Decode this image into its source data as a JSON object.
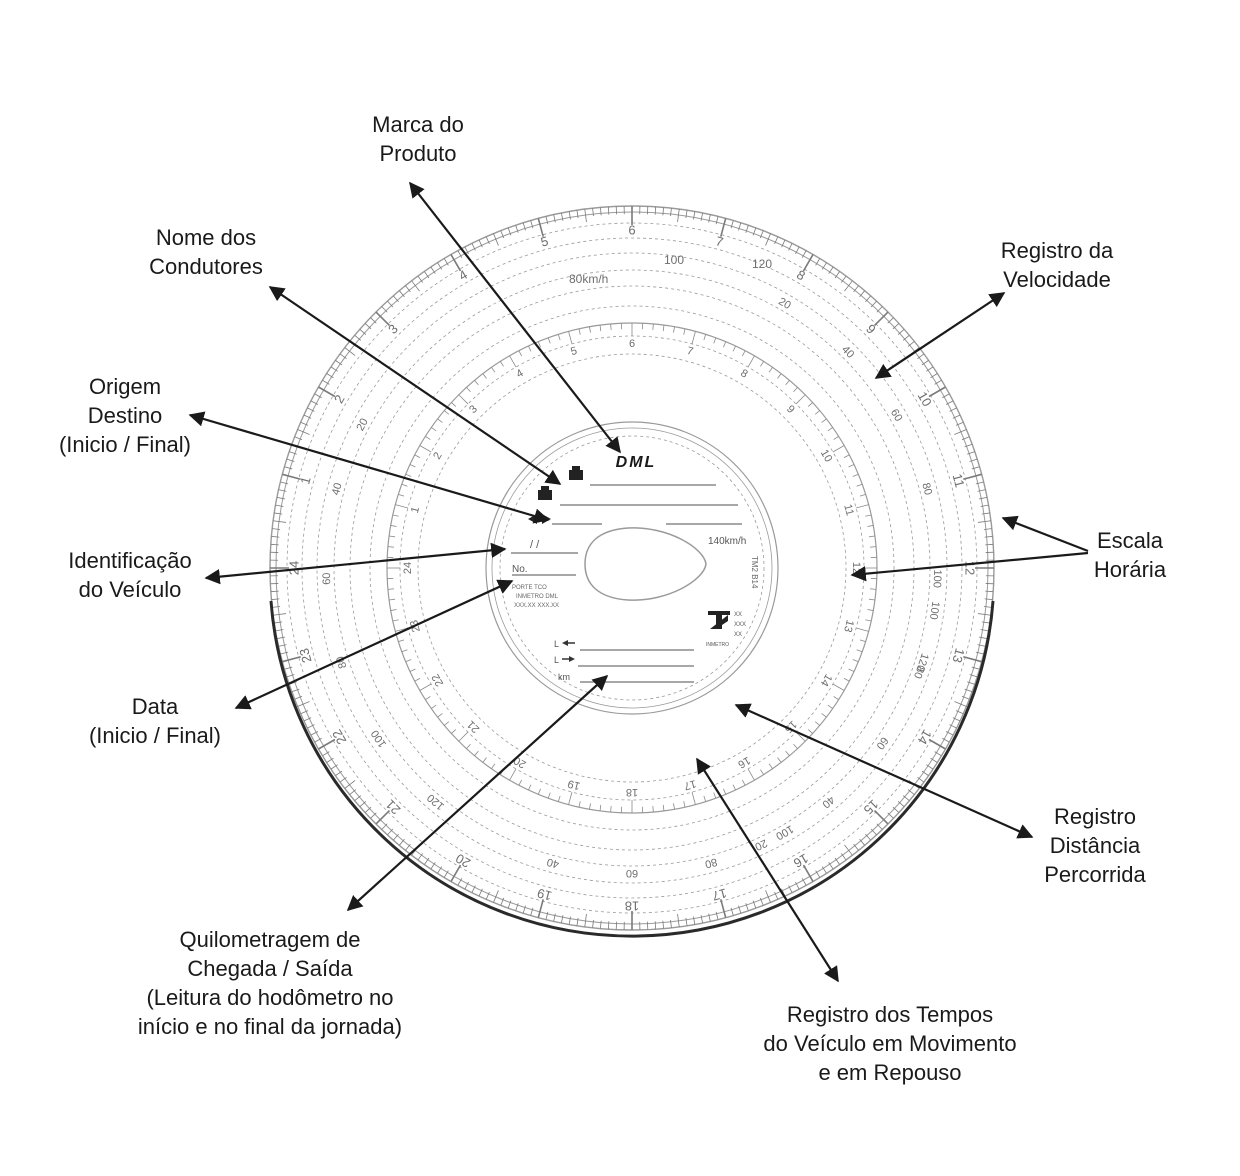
{
  "colors": {
    "ink": "#1a1a1a",
    "disc_line": "#9a9a9a",
    "disc_text": "#6e6e6e",
    "background": "#ffffff"
  },
  "callouts": {
    "marca_do_produto": [
      "Marca do",
      "Produto"
    ],
    "nome_dos_condutores": [
      "Nome dos",
      "Condutores"
    ],
    "origem_destino": [
      "Origem",
      "Destino",
      "(Inicio / Final)"
    ],
    "identificacao_do_veiculo": [
      "Identificação",
      "do Veículo"
    ],
    "data": [
      "Data",
      "(Inicio / Final)"
    ],
    "quilometragem": [
      "Quilometragem de",
      "Chegada / Saída",
      "(Leitura do hodômetro no",
      "início e no final da jornada)"
    ],
    "registro_da_velocidade": [
      "Registro da",
      "Velocidade"
    ],
    "escala_horaria": [
      "Escala",
      "Horária"
    ],
    "registro_distancia": [
      "Registro",
      "Distância",
      "Percorrida"
    ],
    "registro_tempos": [
      "Registro dos Tempos",
      "do Veículo em Movimento",
      "e em Repouso"
    ]
  },
  "disc": {
    "brand": "DML",
    "speed_max_label": "140km/h",
    "speed_labels": [
      "80km/h",
      "100",
      "120"
    ],
    "speed_scale_numbers": [
      "20",
      "40",
      "60",
      "80",
      "100",
      "120"
    ],
    "hour_numbers": [
      "1",
      "2",
      "3",
      "4",
      "5",
      "6",
      "7",
      "8",
      "9",
      "10",
      "11",
      "12",
      "13",
      "14",
      "15",
      "16",
      "17",
      "18",
      "19",
      "20",
      "21",
      "22",
      "23",
      "24"
    ],
    "date_slashes": "/ /",
    "field_no": "No.",
    "fine_print": [
      "PORTE TCO",
      "INMETRO DML",
      "XXX.XX   XXX.XX"
    ],
    "vertical_code": "TM2 B14",
    "inmetro_codes": [
      "XX",
      "XXX",
      "XX"
    ],
    "inmetro_label": "INMETRO",
    "km_label": "km"
  }
}
